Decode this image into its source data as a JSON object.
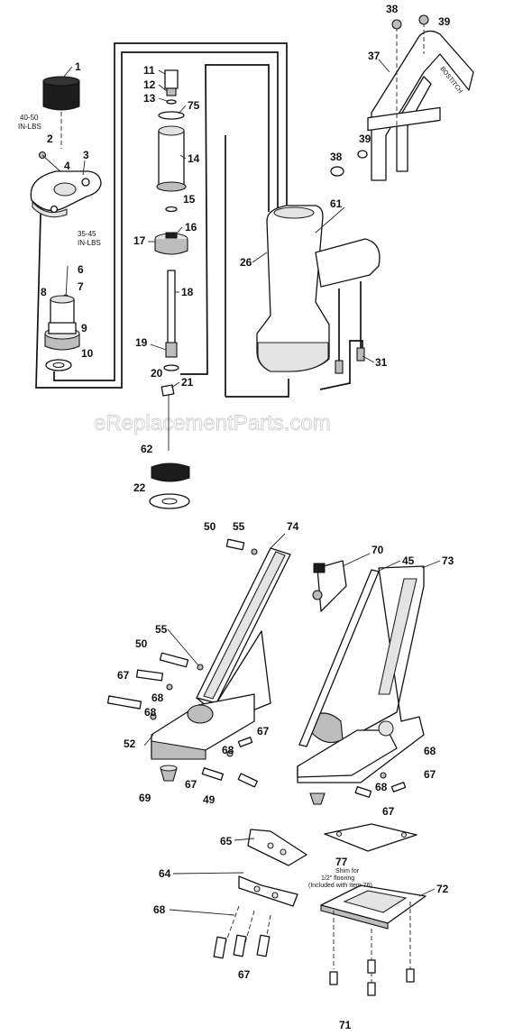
{
  "watermark": "eReplacementParts.com",
  "torque_notes": {
    "upper_line1": "40-50",
    "upper_line2": "IN-LBS",
    "lower_line1": "35-45",
    "lower_line2": "IN-LBS"
  },
  "shim_note": {
    "line1": "Shim for",
    "line2": "1/2\" flooring",
    "line3": "(Included with Item 76)"
  },
  "handle_brand": "BOSTITCH",
  "callouts": {
    "p1": "1",
    "p2": "2",
    "p3": "3",
    "p4": "4",
    "p6": "6",
    "p7": "7",
    "p8": "8",
    "p9": "9",
    "p10": "10",
    "p11": "11",
    "p12": "12",
    "p13": "13",
    "p75": "75",
    "p14": "14",
    "p15": "15",
    "p16": "16",
    "p17": "17",
    "p18": "18",
    "p19": "19",
    "p20": "20",
    "p21": "21",
    "p62": "62",
    "p22": "22",
    "p38a": "38",
    "p39a": "39",
    "p37": "37",
    "p38b": "38",
    "p39b": "39",
    "p61": "61",
    "p26": "26",
    "p31": "31",
    "p50a": "50",
    "p55a": "55",
    "p74": "74",
    "p70": "70",
    "p45": "45",
    "p73": "73",
    "p55b": "55",
    "p50b": "50",
    "p67a": "67",
    "p68a": "68",
    "p68b": "68",
    "p52": "52",
    "p67b": "67",
    "p68c": "68",
    "p69": "69",
    "p67c": "67",
    "p49": "49",
    "p68d": "68",
    "p67d": "67",
    "p68e": "68",
    "p67e": "67",
    "p65": "65",
    "p77": "77",
    "p64": "64",
    "p72": "72",
    "p68f": "68",
    "p67f": "67",
    "p71": "71"
  }
}
